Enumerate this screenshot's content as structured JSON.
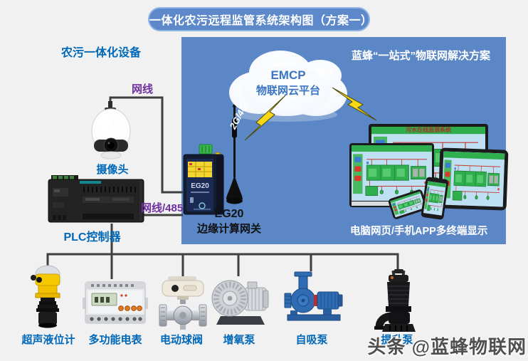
{
  "title": "一体化农污远程监管系统架构图（方案一）",
  "left_section": {
    "heading": "农污一体化设备",
    "camera_label": "摄像头",
    "plc_label": "PLC控制器",
    "cable_top": "网线",
    "cable_bottom": "网线/485"
  },
  "gateway": {
    "model": "EG20",
    "label": "边缘计算网关",
    "radio": "2G/4G"
  },
  "cloud": {
    "line1": "EMCP",
    "line2": "物联网云平台"
  },
  "panel": {
    "heading": "蓝蜂“一站式”物联网解决方案",
    "caption": "电脑网页/手机APP多终端显示",
    "screen_title": "污水在线监测系统"
  },
  "devices": [
    {
      "label": "超声液位计"
    },
    {
      "label": "多功能电表"
    },
    {
      "label": "电动球阀"
    },
    {
      "label": "增氧泵"
    },
    {
      "label": "自吸泵"
    },
    {
      "label": "提升泵"
    }
  ],
  "watermark": "头条 @蓝蜂物联网",
  "colors": {
    "panel_blue": "#5b87c7",
    "banner_blue": "#5d89ca",
    "label_blue": "#0068b8",
    "cable_purple": "#7030a0",
    "wire_gray": "#3f3f3f",
    "scada_green": "#2fae4d",
    "scada_bg": "#bfdff2",
    "bolt_yellow": "#f7d917"
  }
}
